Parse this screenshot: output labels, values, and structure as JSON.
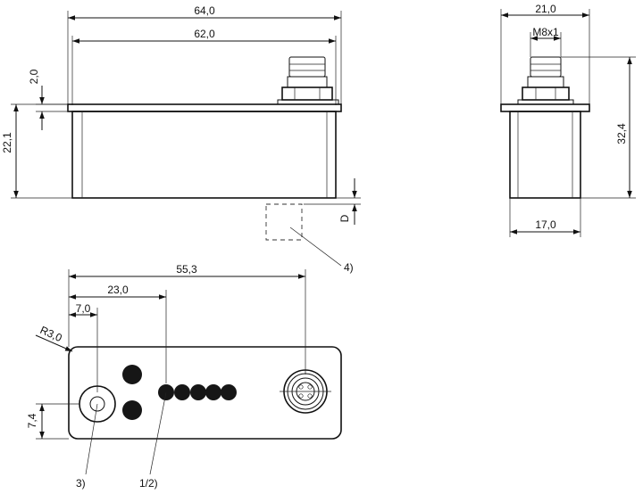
{
  "drawing": {
    "front_view": {
      "overall_width": "64,0",
      "body_width": "62,0",
      "flange_height": "2,0",
      "body_height": "22,1",
      "gap_label": "D",
      "callout": "4)"
    },
    "side_view": {
      "overall_width": "21,0",
      "thread": "M8x1",
      "overall_height": "32,4",
      "body_width": "17,0"
    },
    "top_view": {
      "connector_offset": "55,3",
      "led_offset": "23,0",
      "hole_offset": "7,0",
      "corner_radius": "R3,0",
      "hole_height": "7,4",
      "callout_hole": "3)",
      "callout_leds": "1/2)"
    }
  }
}
